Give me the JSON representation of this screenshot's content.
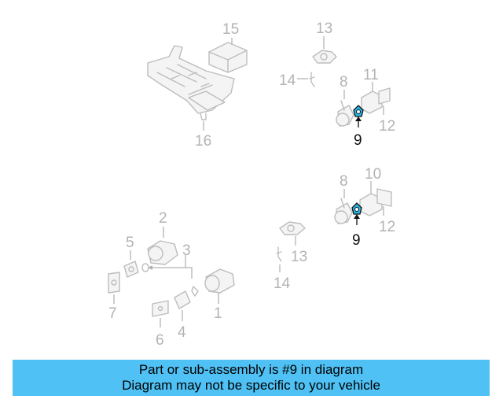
{
  "diagram": {
    "highlight_color": "#29b6e8",
    "callouts": [
      {
        "label": "15",
        "highlighted": false
      },
      {
        "label": "16",
        "highlighted": false
      },
      {
        "label": "13",
        "highlighted": false
      },
      {
        "label": "14",
        "highlighted": false
      },
      {
        "label": "8",
        "highlighted": false
      },
      {
        "label": "11",
        "highlighted": false
      },
      {
        "label": "12",
        "highlighted": false
      },
      {
        "label": "9",
        "highlighted": true
      },
      {
        "label": "8",
        "highlighted": false
      },
      {
        "label": "10",
        "highlighted": false
      },
      {
        "label": "12",
        "highlighted": false
      },
      {
        "label": "9",
        "highlighted": true
      },
      {
        "label": "13",
        "highlighted": false
      },
      {
        "label": "14",
        "highlighted": false
      },
      {
        "label": "2",
        "highlighted": false
      },
      {
        "label": "5",
        "highlighted": false
      },
      {
        "label": "3",
        "highlighted": false
      },
      {
        "label": "7",
        "highlighted": false
      },
      {
        "label": "1",
        "highlighted": false
      },
      {
        "label": "4",
        "highlighted": false
      },
      {
        "label": "6",
        "highlighted": false
      }
    ]
  },
  "banner": {
    "line1": "Part or sub-assembly is #9 in diagram",
    "line2": "Diagram may not be specific to your vehicle",
    "background": "#4fc1f4"
  }
}
